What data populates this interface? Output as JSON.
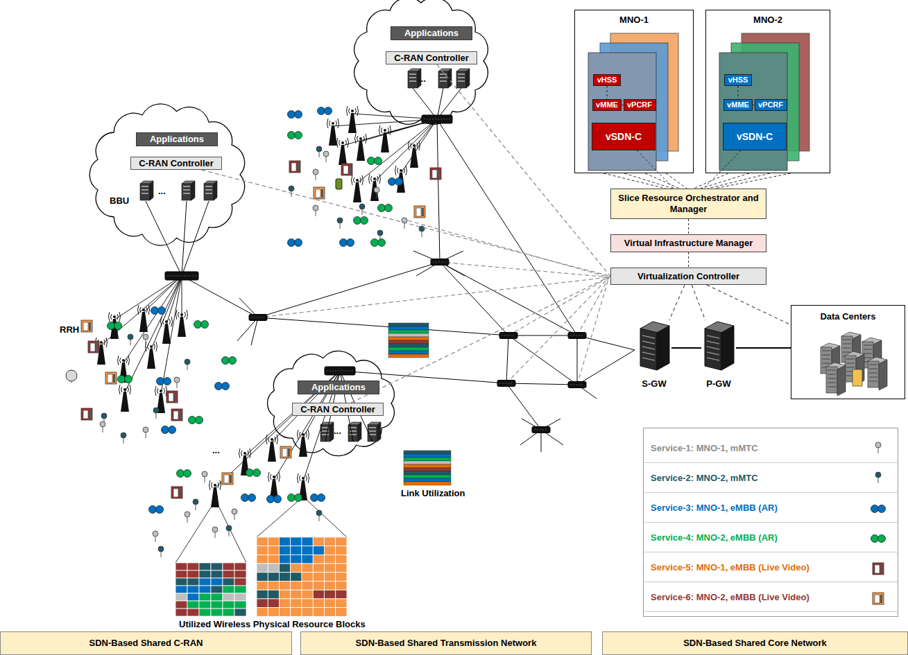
{
  "diagram": {
    "nodes": [
      {
        "text": [
          "MNO-1"
        ]
      },
      {
        "text": [
          "vHSS"
        ],
        "in": 0
      },
      {
        "text": [
          "vMME"
        ],
        "in": 0
      },
      {
        "text": [
          "vPCRF"
        ],
        "in": 0
      },
      {
        "text": [
          "vSDN-C"
        ],
        "in": 0
      },
      {
        "text": [
          "MNO-2"
        ]
      },
      {
        "text": [
          "vHSS"
        ],
        "in": 5
      },
      {
        "text": [
          "vMME"
        ],
        "in": 5
      },
      {
        "text": [
          "vPCRF"
        ],
        "in": 5
      },
      {
        "text": [
          "vSDN-C"
        ],
        "in": 5
      },
      {
        "text": [
          "Applications"
        ]
      },
      {
        "text": [
          "C-RAN Controller"
        ]
      },
      {
        "text": [
          "Slice Resource Orchestrator and Manager"
        ]
      },
      {
        "text": [
          "Applications"
        ]
      },
      {
        "text": [
          "C-RAN Controller"
        ]
      },
      {
        "text": [
          "Virtual Infrastructure Manager"
        ]
      },
      {
        "text": [
          "Virtualization Controller"
        ]
      },
      {
        "text": [
          "Data Centers"
        ]
      },
      {
        "text": [
          "S-GW"
        ]
      },
      {
        "text": [
          "P-GW"
        ]
      },
      {
        "text": [
          "Applications"
        ]
      },
      {
        "text": [
          "C-RAN Controller"
        ]
      },
      {
        "text": [
          "SDN-Based Shared C-RAN"
        ]
      },
      {
        "text": [
          "SDN-Based Shared Transmission Network"
        ]
      },
      {
        "text": [
          "SDN-Based Shared Core Network"
        ]
      }
    ],
    "edges": [
      {
        "from": 1,
        "to": 2,
        "arrow": "none"
      },
      {
        "from": 2,
        "to": 3,
        "arrow": "none"
      },
      {
        "from": 6,
        "to": 7,
        "arrow": "none"
      },
      {
        "from": 7,
        "to": 8,
        "arrow": "none"
      },
      {
        "from": 4,
        "to": 12,
        "arrow": "none"
      },
      {
        "from": 9,
        "to": 12,
        "arrow": "none"
      },
      {
        "from": 12,
        "to": 15,
        "arrow": "none"
      },
      {
        "from": 15,
        "to": 16,
        "arrow": "none"
      },
      {
        "from": 16,
        "to": 18,
        "arrow": "none"
      },
      {
        "from": 16,
        "to": 19,
        "arrow": "none"
      },
      {
        "from": 16,
        "to": 17,
        "arrow": "none"
      },
      {
        "from": 11,
        "to": 16,
        "arrow": "none"
      },
      {
        "from": 14,
        "to": 16,
        "arrow": "none"
      },
      {
        "from": 21,
        "to": 16,
        "arrow": "none"
      },
      {
        "from": 18,
        "to": 19,
        "arrow": "none"
      },
      {
        "from": 19,
        "to": 17,
        "arrow": "none"
      }
    ],
    "labels": [
      "...",
      "BBU",
      "...",
      "RRH",
      "...",
      "...",
      "Link Utilization",
      "Utilized Wireless Physical Resource Blocks"
    ],
    "legend": [
      {
        "text": "Service-1: MNO-1, mMTC"
      },
      {
        "text": "Service-2: MNO-2, mMTC"
      },
      {
        "text": "Service-3: MNO-1, eMBB (AR)"
      },
      {
        "text": "Service-4: MNO-2, eMBB (AR)"
      },
      {
        "text": "Service-5: MNO-1, eMBB (Live Video)"
      },
      {
        "text": "Service-6: MNO-2, eMBB (Live Video)"
      }
    ]
  }
}
